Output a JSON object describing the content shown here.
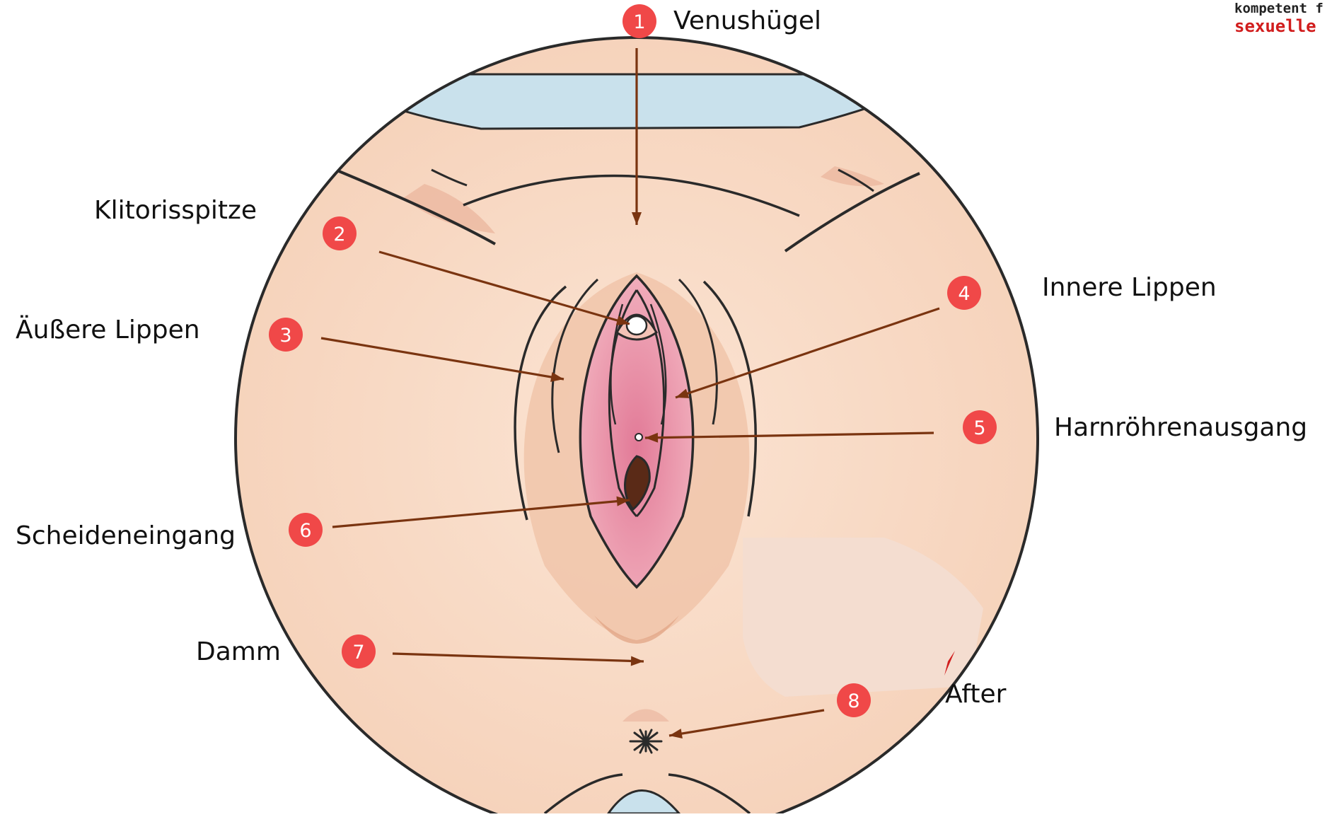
{
  "corner_text": {
    "line1": "kompetent f",
    "line2": "sexuelle"
  },
  "colors": {
    "marker": "#f04848",
    "arrow": "#7a3410",
    "skin": "#f8d7c2",
    "sky": "#c9e1ec"
  },
  "icons": {
    "marker": "numbered-circle",
    "arrow": "arrow-line"
  },
  "callouts": [
    {
      "number": "1",
      "label": "Venushügel"
    },
    {
      "number": "2",
      "label": "Klitorisspitze"
    },
    {
      "number": "3",
      "label": "Äußere Lippen"
    },
    {
      "number": "4",
      "label": "Innere Lippen"
    },
    {
      "number": "5",
      "label": "Harnröhrenausgang"
    },
    {
      "number": "6",
      "label": "Scheideneingang"
    },
    {
      "number": "7",
      "label": "Damm"
    },
    {
      "number": "8",
      "label": "After"
    }
  ]
}
